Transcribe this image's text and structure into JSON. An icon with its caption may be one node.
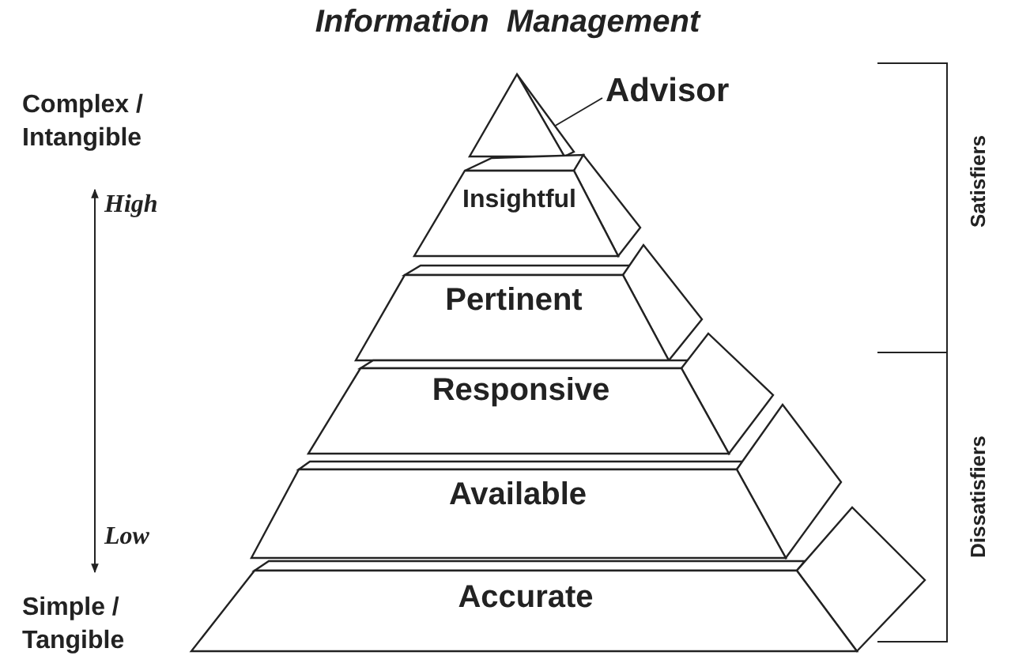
{
  "diagram": {
    "title": "Information  Management",
    "nodes": [
      {
        "text": [],
        "shape": "triangle"
      },
      {
        "text": [
          "Advisor"
        ]
      },
      {
        "text": [
          "Insightful"
        ]
      },
      {
        "text": [
          "Pertinent"
        ]
      },
      {
        "text": [
          "Responsive"
        ]
      },
      {
        "text": [
          "Available"
        ]
      },
      {
        "text": [
          "Accurate"
        ]
      }
    ],
    "edges": [
      {
        "from": 1,
        "to": 0,
        "arrow": "none"
      }
    ],
    "labels": [
      "Complex / Intangible",
      "High",
      "Low",
      "Simple / Tangible",
      "Satisfiers",
      "Dissatisfiers"
    ]
  }
}
